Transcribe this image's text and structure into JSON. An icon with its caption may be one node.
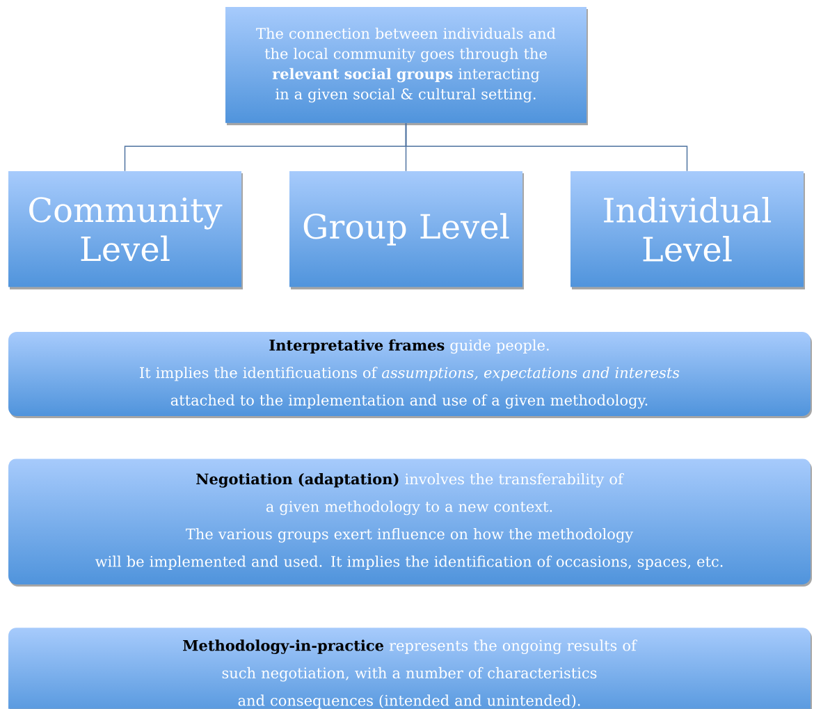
{
  "diagram": {
    "nodes": [
      {
        "text": [
          "The connection between individuals and the local community goes through the **relevant social groups** interacting in a given social & cultural setting."
        ]
      },
      {
        "text": [
          "Community Level"
        ]
      },
      {
        "text": [
          "Group Level"
        ]
      },
      {
        "text": [
          "Individual Level"
        ]
      },
      {
        "text": [
          "Interpretative frames",
          "guide people.",
          "It implies the identificuations of *assumptions, expectations and interests*",
          "attached to the implementation and use of a given methodology."
        ]
      },
      {
        "text": [
          "Negotiation (adaptation)",
          "involves the transferability of",
          "a given methodology to a new context.",
          "The various groups exert influence on how the methodology",
          "will be implemented and used. It implies the identification of occasions, spaces, etc."
        ]
      },
      {
        "text": [
          "Methodology-in-practice",
          "represents the ongoing results of",
          "such negotiation, with a number of characteristics",
          "and consequences (intended and unintended)."
        ]
      }
    ],
    "edges": [
      {
        "from": 0,
        "to": 1,
        "arrow": "none"
      },
      {
        "from": 0,
        "to": 2,
        "arrow": "none"
      },
      {
        "from": 0,
        "to": 3,
        "arrow": "none"
      }
    ]
  }
}
